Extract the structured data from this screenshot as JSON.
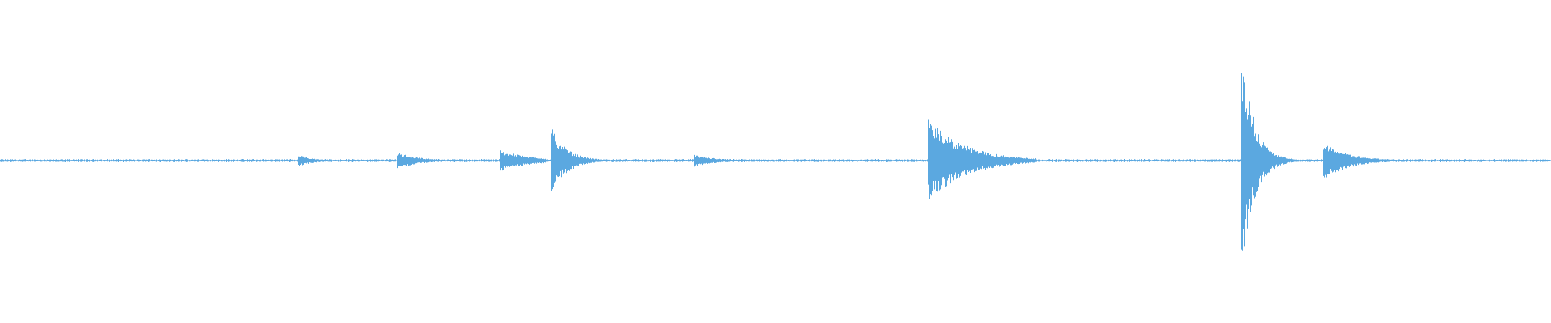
{
  "waveform": {
    "color": "#5ba8e0",
    "background": "#ffffff",
    "baseline_amplitude": 0.01,
    "events": [
      {
        "onset": 0.192,
        "peak": 0.05,
        "decay": 0.01,
        "end": 0.215
      },
      {
        "onset": 0.256,
        "peak": 0.07,
        "decay": 0.014,
        "end": 0.292
      },
      {
        "onset": 0.322,
        "peak": 0.09,
        "decay": 0.02,
        "end": 0.352
      },
      {
        "onset": 0.355,
        "peak": 0.28,
        "decay": 0.01,
        "end": 0.4
      },
      {
        "onset": 0.447,
        "peak": 0.05,
        "decay": 0.015,
        "end": 0.47
      },
      {
        "onset": 0.598,
        "peak": 0.35,
        "decay": 0.024,
        "end": 0.668
      },
      {
        "onset": 0.8,
        "peak": 0.98,
        "decay": 0.008,
        "end": 0.855
      },
      {
        "onset": 0.853,
        "peak": 0.16,
        "decay": 0.016,
        "end": 0.91
      }
    ]
  }
}
